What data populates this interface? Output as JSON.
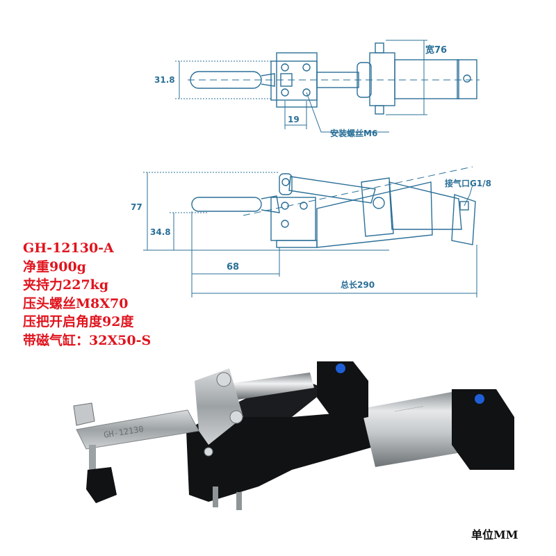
{
  "drawing": {
    "top_view": {
      "height_label": "31.8",
      "slot_label": "19",
      "width_label": "宽76",
      "mount_label": "安装螺丝M6"
    },
    "side_view": {
      "height_label": "77",
      "base_label": "34.8",
      "offset_label": "68",
      "air_port_label": "接气口G1/8",
      "total_length_label": "总长290"
    }
  },
  "specs": [
    "GH-12130-A",
    "净重900g",
    "夹持力227kg",
    "压头螺丝M8X70",
    "压把开启角度92度",
    "带磁气缸：32X50-S"
  ],
  "photo": {
    "arm_engraving": "GH-12130"
  },
  "unit": "单位MM",
  "colors": {
    "drawing_line": "#2a6f97",
    "spec_text": "#e0141e",
    "cylinder_body": "#c9ccce",
    "black_parts": "#101214",
    "port_blue": "#1f5fd6"
  }
}
